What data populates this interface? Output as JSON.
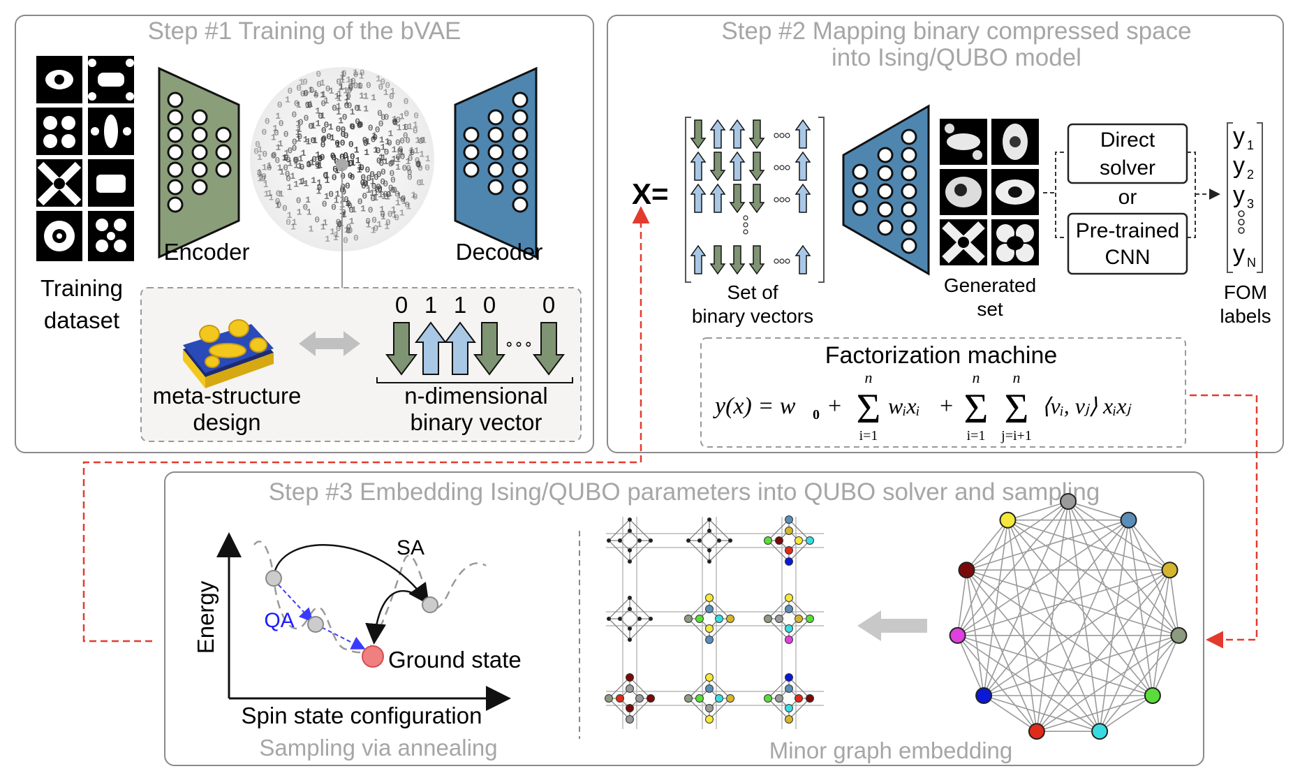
{
  "step1": {
    "title": "Step #1 Training of the bVAE",
    "encoder_label": "Encoder",
    "decoder_label": "Decoder",
    "training_label_line1": "Training",
    "training_label_line2": "dataset",
    "meta_label_line1": "meta-structure",
    "meta_label_line2": "design",
    "bits": [
      "0",
      "1",
      "1",
      "0",
      "0"
    ],
    "vector_label_line1": "n-dimensional",
    "vector_label_line2": "binary vector",
    "ellipsis": "∘∘∘"
  },
  "step2": {
    "title_line1": "Step #2 Mapping binary compressed space",
    "title_line2": "into Ising/QUBO model",
    "x_label": "X=",
    "set_label_line1": "Set of",
    "set_label_line2": "binary vectors",
    "generated_label_line1": "Generated",
    "generated_label_line2": "set",
    "direct_solver_line1": "Direct",
    "direct_solver_line2": "solver",
    "or_label": "or",
    "cnn_line1": "Pre-trained",
    "cnn_line2": "CNN",
    "y_labels": [
      "y",
      "y",
      "y",
      "y"
    ],
    "y_subscripts": [
      "1",
      "2",
      "3",
      "N"
    ],
    "fom_line1": "FOM",
    "fom_line2": "labels",
    "fm_title": "Factorization machine",
    "formula": {
      "lhs": "y(x) = w",
      "w0_sub": "0",
      "plus": "+",
      "sum_upper": "n",
      "sum1_lower": "i=1",
      "sum2_lower": "i=1",
      "sum3_lower": "j=i+1",
      "term1": "wᵢxᵢ",
      "term2": "⟨vᵢ, vⱼ⟩ xᵢxⱼ"
    }
  },
  "step3": {
    "title": "Step #3 Embedding Ising/QUBO parameters into QUBO solver and sampling",
    "sa_label": "SA",
    "qa_label": "QA",
    "energy_label": "Energy",
    "ground_label": "Ground state",
    "spin_label": "Spin state configuration",
    "sampling_label": "Sampling via annealing",
    "minor_label": "Minor graph embedding"
  },
  "colors": {
    "panel_border": "#8a8a8a",
    "title_gray": "#a6a6a6",
    "encoder_green": "#8b9e7a",
    "decoder_blue": "#4f86b0",
    "arrow_green": "#7f9472",
    "arrow_blue": "#a9c8e6",
    "red_dashed": "#e23b2e",
    "ground_red": "#f08080",
    "qa_blue": "#1c1cff"
  },
  "graph_node_colors": [
    "#9a9a9a",
    "#5b8db8",
    "#d4b62e",
    "#8c9a80",
    "#5bdc3a",
    "#38dce0",
    "#e02a1a",
    "#0a18d8",
    "#e040e0",
    "#7a0a0a",
    "#f4e83a"
  ]
}
